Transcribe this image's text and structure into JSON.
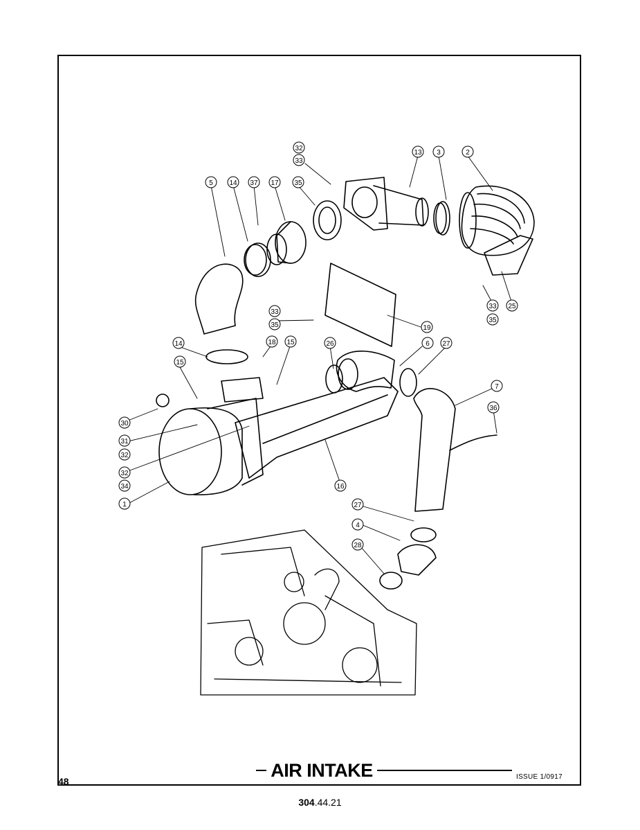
{
  "page": {
    "title": "AIR INTAKE",
    "page_number": "48",
    "issue": "ISSUE 1/0917",
    "doc_code_bold": "304",
    "doc_code_rest": ".44.21"
  },
  "callouts": [
    "1",
    "2",
    "3",
    "4",
    "5",
    "6",
    "7",
    "13",
    "14",
    "15",
    "16",
    "17",
    "18",
    "19",
    "25",
    "26",
    "27",
    "28",
    "30",
    "31",
    "32",
    "33",
    "34",
    "35",
    "36",
    "37"
  ]
}
